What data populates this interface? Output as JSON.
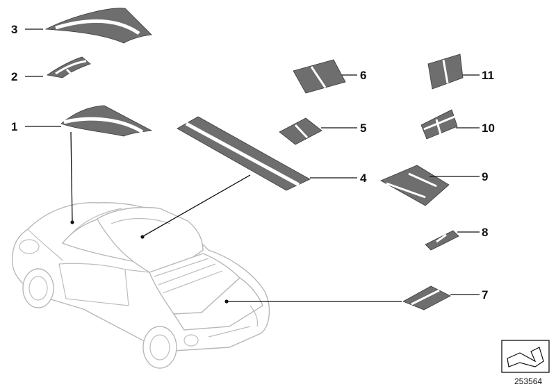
{
  "callouts": {
    "c1": "1",
    "c2": "2",
    "c3": "3",
    "c4": "4",
    "c5": "5",
    "c6": "6",
    "c7": "7",
    "c8": "8",
    "c9": "9",
    "c10": "10",
    "c11": "11"
  },
  "reference": {
    "diagram_number": "253564"
  },
  "colors": {
    "stripe_fill": "#6e6e6e",
    "stripe_outline": "#3a3a3a",
    "car_outline": "#b8b8b8",
    "callout_text": "#111111"
  }
}
